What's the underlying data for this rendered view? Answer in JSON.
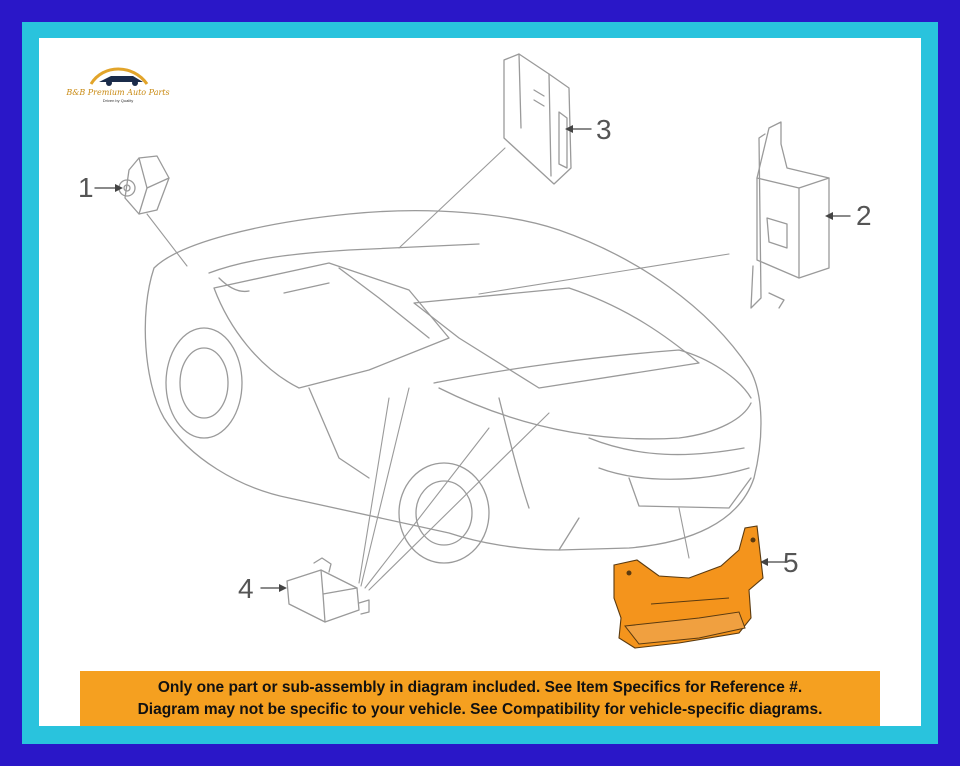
{
  "logo": {
    "name": "B&B Premium Auto Parts",
    "tagline": "Driven by Quality"
  },
  "callouts": [
    "1",
    "2",
    "3",
    "4",
    "5"
  ],
  "parts": [
    {
      "ref": "1",
      "icon": "sensor-module-icon"
    },
    {
      "ref": "2",
      "icon": "control-module-bracket-icon"
    },
    {
      "ref": "3",
      "icon": "computer-unit-icon"
    },
    {
      "ref": "4",
      "icon": "antenna-unit-icon"
    },
    {
      "ref": "5",
      "icon": "bracket-antenna-assembly-icon",
      "highlight_color": "#f4941c"
    }
  ],
  "notice": {
    "line1": "Only one part or sub-assembly in diagram included. See Item Specifics for Reference #.",
    "line2": "Diagram may not be specific to your vehicle. See Compatibility for vehicle-specific diagrams."
  },
  "colors": {
    "outer_border": "#2a17c8",
    "inner_border": "#29c3dd",
    "banner": "#f5a020",
    "highlight_part": "#f4941c",
    "line_art": "#9a9a9a"
  }
}
